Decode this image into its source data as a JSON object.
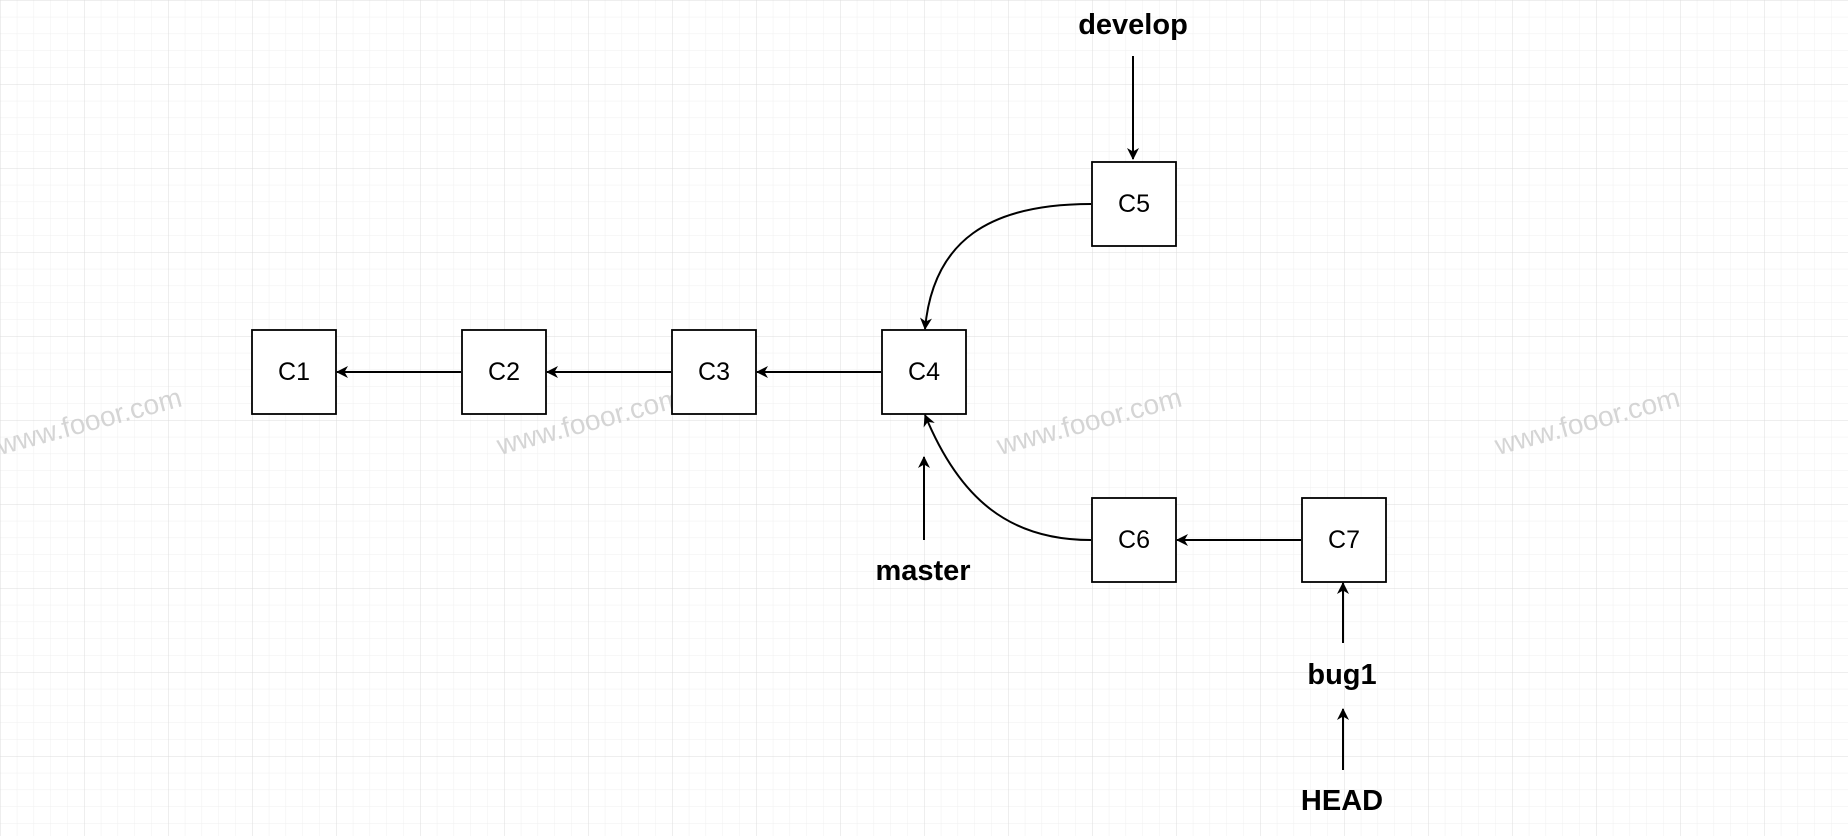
{
  "commits": {
    "c1": "C1",
    "c2": "C2",
    "c3": "C3",
    "c4": "C4",
    "c5": "C5",
    "c6": "C6",
    "c7": "C7"
  },
  "refs": {
    "develop": "develop",
    "master": "master",
    "bug1": "bug1",
    "head": "HEAD"
  },
  "watermark": "www.fooor.com",
  "colors": {
    "background": "#ffffff",
    "grid_minor": "#efefef",
    "grid_major": "#dcdcdc",
    "stroke": "#000000"
  }
}
